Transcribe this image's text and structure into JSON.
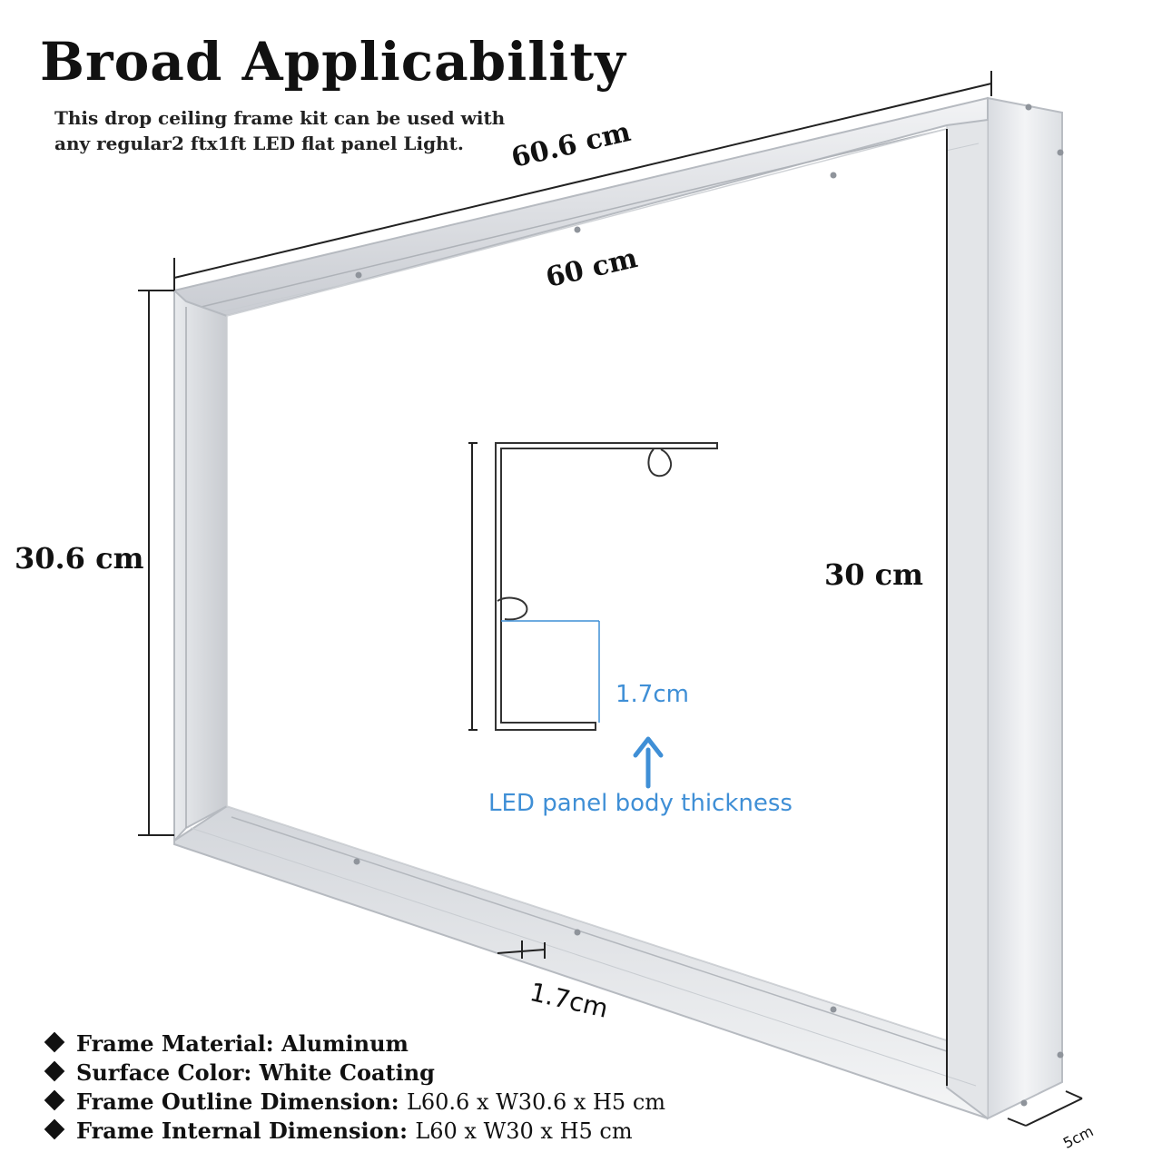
{
  "title": "Broad Applicability",
  "subtitle": {
    "line1": "This drop ceiling frame kit can be used with",
    "line2": "any regular2 ftx1ft LED flat panel Light."
  },
  "dimensions": {
    "outer_length": "60.6 cm",
    "inner_length": "60 cm",
    "outer_width": "30.6 cm",
    "inner_width": "30 cm",
    "rim_width": "1.7cm",
    "height": "5cm"
  },
  "profile": {
    "thickness": "1.7cm",
    "thickness_caption": "LED panel body thickness",
    "accent_color": "#3f8fd6"
  },
  "specs": [
    {
      "label": "Frame Material:",
      "value": "Aluminum"
    },
    {
      "label": "Surface Color:",
      "value": "White Coating"
    },
    {
      "label": "Frame Outline Dimension:",
      "value": "L60.6 x W30.6 x H5 cm"
    },
    {
      "label": "Frame Internal Dimension:",
      "value": "L60 x W30 x H5 cm"
    }
  ],
  "bullet_icon": "diamond-bullet-icon"
}
